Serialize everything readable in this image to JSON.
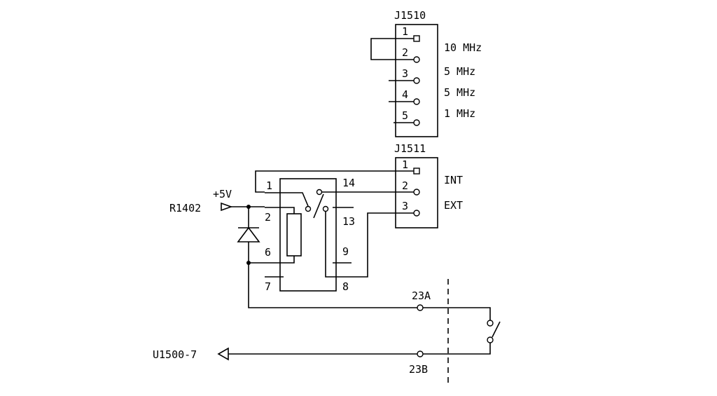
{
  "connector_j1510": {
    "ref": "J1510",
    "pins": [
      "1",
      "2",
      "3",
      "4",
      "5"
    ],
    "labels": [
      "10 MHz",
      "5 MHz",
      "5 MHz",
      "1 MHz"
    ]
  },
  "connector_j1511": {
    "ref": "J1511",
    "pins": [
      "1",
      "2",
      "3"
    ],
    "labels": [
      "INT",
      "EXT"
    ]
  },
  "relay": {
    "pins": [
      "1",
      "2",
      "6",
      "7",
      "14",
      "13",
      "9",
      "8"
    ]
  },
  "power": {
    "supply": "+5V",
    "source": "R1402"
  },
  "terminals": {
    "a": "23A",
    "b": "23B"
  },
  "output": {
    "label": "U1500-7"
  }
}
